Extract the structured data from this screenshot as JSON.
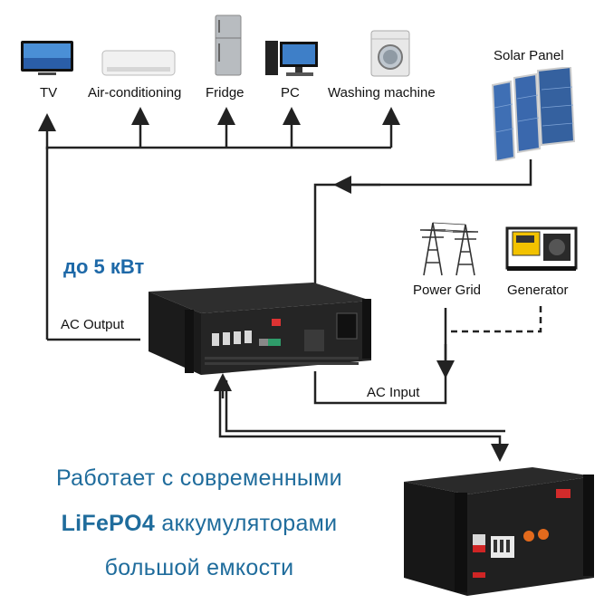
{
  "appliances": [
    {
      "name": "tv",
      "label": "TV",
      "icon": "tv-icon"
    },
    {
      "name": "air-conditioning",
      "label": "Air-conditioning",
      "icon": "air-conditioner-icon"
    },
    {
      "name": "fridge",
      "label": "Fridge",
      "icon": "fridge-icon"
    },
    {
      "name": "pc",
      "label": "PC",
      "icon": "pc-icon"
    },
    {
      "name": "washing-machine",
      "label": "Washing machine",
      "icon": "washing-machine-icon"
    }
  ],
  "sources": {
    "solar_panel": "Solar Panel",
    "power_grid": "Power Grid",
    "generator": "Generator"
  },
  "connections": {
    "ac_output": "AC Output",
    "ac_input": "AC Input"
  },
  "power_rating": "до 5 кВт",
  "caption": {
    "line1": "Работает с современными",
    "line2_bold": "LiFePO4",
    "line2_rest": " аккумуляторами",
    "line3": "большой емкости"
  },
  "colors": {
    "accent_blue": "#1e69a8",
    "caption_blue": "#1f6c9c",
    "line": "#222222"
  }
}
